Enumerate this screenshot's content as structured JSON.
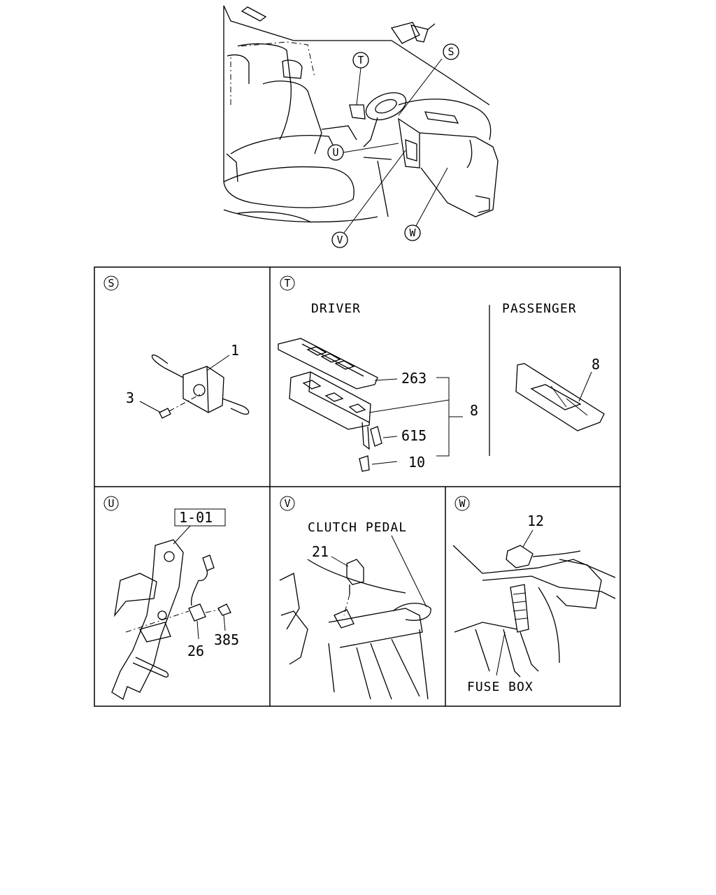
{
  "overview": {
    "callouts": [
      "S",
      "T",
      "U",
      "V",
      "W"
    ]
  },
  "panels": {
    "S": {
      "letter": "S",
      "parts": [
        "1",
        "3"
      ]
    },
    "T": {
      "letter": "T",
      "driver_heading": "DRIVER",
      "passenger_heading": "PASSENGER",
      "parts": [
        "263",
        "8",
        "615",
        "10"
      ],
      "passenger_part": "8"
    },
    "U": {
      "letter": "U",
      "ref_box": "1-01",
      "parts": [
        "26",
        "385"
      ]
    },
    "V": {
      "letter": "V",
      "heading": "CLUTCH PEDAL",
      "parts": [
        "21"
      ]
    },
    "W": {
      "letter": "W",
      "parts": [
        "12"
      ],
      "caption": "FUSE BOX"
    }
  }
}
